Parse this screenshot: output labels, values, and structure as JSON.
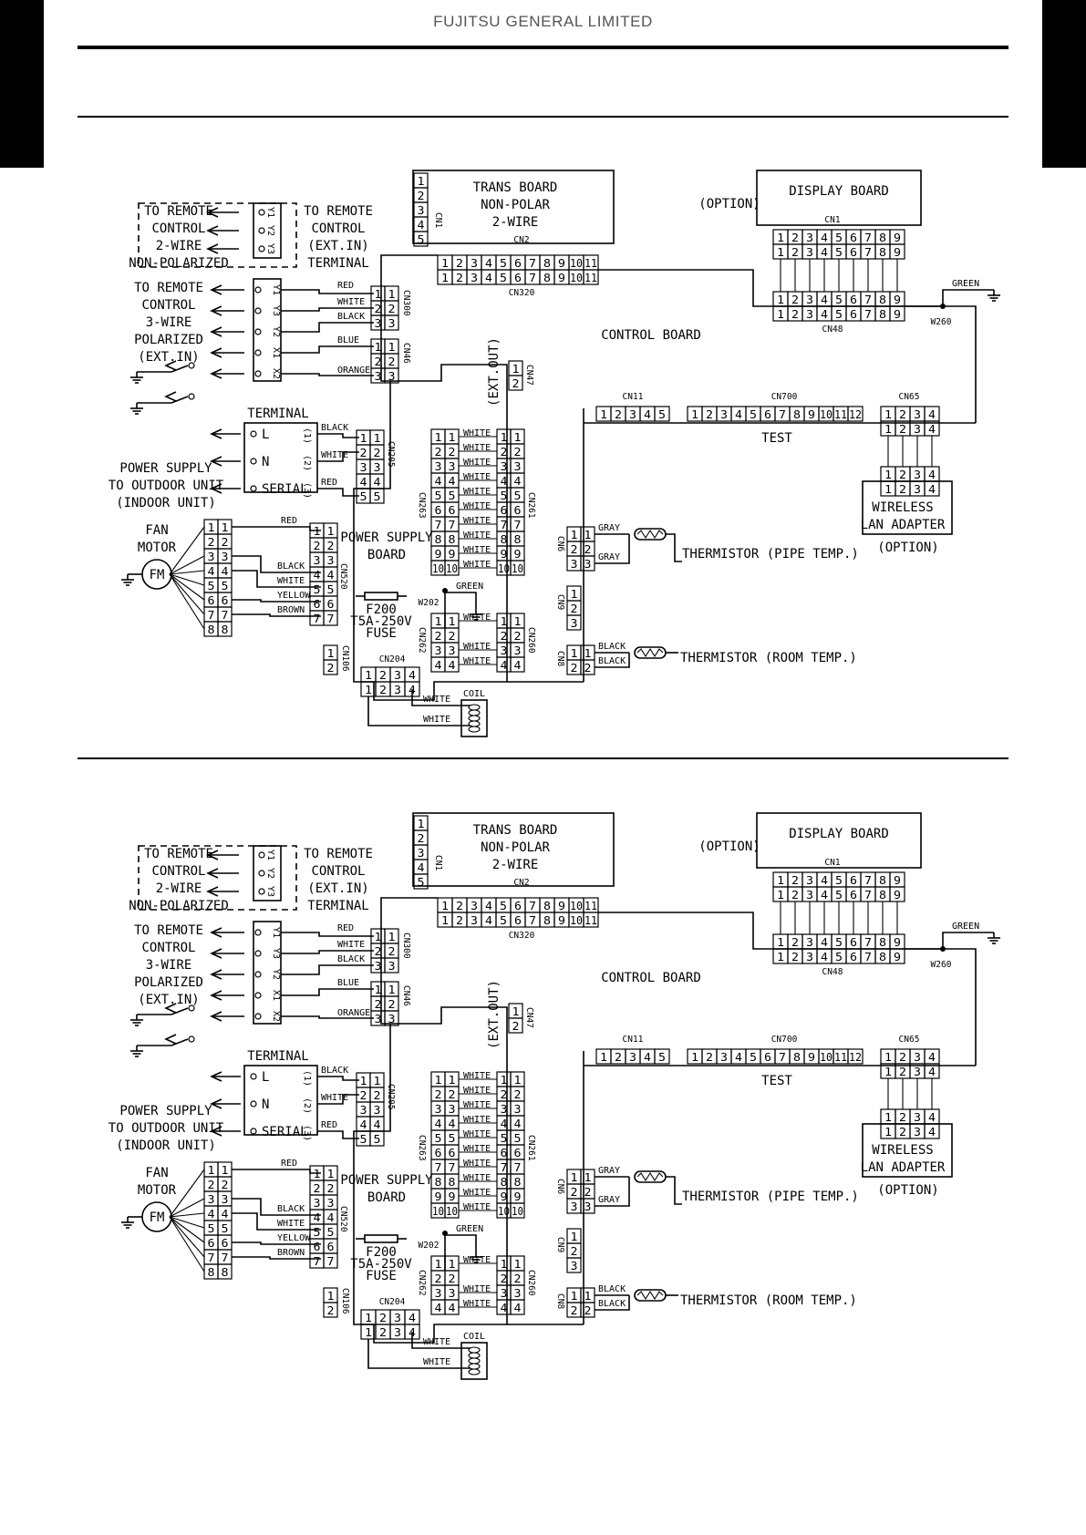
{
  "header": {
    "company": "FUJITSU GENERAL LIMITED"
  },
  "diagrams": [
    {
      "remote2": {
        "lines": [
          "TO REMOTE",
          "CONTROL",
          "2-WIRE",
          "NON-POLARIZED"
        ]
      },
      "terminal_ext": {
        "lines": [
          "TO REMOTE",
          "CONTROL",
          "(EXT.IN)",
          "TERMINAL"
        ]
      },
      "remote3": {
        "lines": [
          "TO REMOTE",
          "CONTROL",
          "3-WIRE",
          "POLARIZED",
          "(EXT.IN)"
        ]
      },
      "terminal_label": "TERMINAL",
      "terminal_symbols": [
        "L",
        "N",
        "SERIAL"
      ],
      "terminal_nums": [
        "(1)",
        "(2)",
        "(3)"
      ],
      "power_supply": {
        "lines": [
          "POWER SUPPLY",
          "TO OUTDOOR UNIT",
          "(INDOOR UNIT)"
        ]
      },
      "fan_motor": {
        "lines": [
          "FAN",
          "MOTOR"
        ],
        "symbol": "FM"
      },
      "trans_board": {
        "lines": [
          "TRANS BOARD",
          "NON-POLAR",
          "2-WIRE"
        ],
        "cn1": "CN1",
        "cn2": "CN2"
      },
      "option_label": "(OPTION)",
      "display_board": {
        "title": "DISPLAY BOARD",
        "cn1": "CN1"
      },
      "control_board": "CONTROL BOARD",
      "power_supply_board": {
        "lines": [
          "POWER SUPPLY",
          "BOARD"
        ]
      },
      "fuse": {
        "lines": [
          "F200",
          "T5A-250V",
          "FUSE"
        ]
      },
      "wireless": {
        "lines": [
          "WIRELESS",
          "LAN ADAPTER"
        ],
        "option": "(OPTION)"
      },
      "thermistor_pipe": "THERMISTOR (PIPE TEMP.)",
      "thermistor_room": "THERMISTOR (ROOM TEMP.)",
      "coil": "COIL",
      "test": "TEST",
      "ext_out": "(EXT.OUT)",
      "connectors": {
        "cn320": "CN320",
        "cn300": "CN300",
        "cn46": "CN46",
        "cn47": "CN47",
        "cn48": "CN48",
        "cn11": "CN11",
        "cn700": "CN700",
        "cn65": "CN65",
        "cn205": "CN205",
        "cn263": "CN263",
        "cn261": "CN261",
        "cn520": "CN520",
        "cn106": "CN106",
        "cn204": "CN204",
        "cn262": "CN262",
        "cn260": "CN260",
        "cn6": "CN6",
        "cn9": "CN9",
        "cn8": "CN8",
        "w202": "W202",
        "w260": "W260"
      },
      "wires": {
        "red": "RED",
        "white": "WHITE",
        "black": "BLACK",
        "blue": "BLUE",
        "orange": "ORANGE",
        "yellow": "YELLOW",
        "brown": "BROWN",
        "gray": "GRAY",
        "green": "GREEN"
      },
      "pin_codes": {
        "y1": "Y1",
        "y2": "Y2",
        "y3": "Y3",
        "x1": "X1",
        "x2": "X2"
      }
    },
    {
      "remote2": {
        "lines": [
          "TO REMOTE",
          "CONTROL",
          "2-WIRE",
          "NON-POLARIZED"
        ]
      },
      "terminal_ext": {
        "lines": [
          "TO REMOTE",
          "CONTROL",
          "(EXT.IN)",
          "TERMINAL"
        ]
      },
      "remote3": {
        "lines": [
          "TO REMOTE",
          "CONTROL",
          "3-WIRE",
          "POLARIZED",
          "(EXT.IN)"
        ]
      },
      "terminal_label": "TERMINAL",
      "terminal_symbols": [
        "L",
        "N",
        "SERIAL"
      ],
      "terminal_nums": [
        "(1)",
        "(2)",
        "(3)"
      ],
      "power_supply": {
        "lines": [
          "POWER SUPPLY",
          "TO OUTDOOR UNIT",
          "(INDOOR UNIT)"
        ]
      },
      "fan_motor": {
        "lines": [
          "FAN",
          "MOTOR"
        ],
        "symbol": "FM"
      },
      "trans_board": {
        "lines": [
          "TRANS BOARD",
          "NON-POLAR",
          "2-WIRE"
        ],
        "cn1": "CN1",
        "cn2": "CN2"
      },
      "option_label": "(OPTION)",
      "display_board": {
        "title": "DISPLAY BOARD",
        "cn1": "CN1"
      },
      "control_board": "CONTROL BOARD",
      "power_supply_board": {
        "lines": [
          "POWER SUPPLY",
          "BOARD"
        ]
      },
      "fuse": {
        "lines": [
          "F200",
          "T5A-250V",
          "FUSE"
        ]
      },
      "wireless": {
        "lines": [
          "WIRELESS",
          "LAN ADAPTER"
        ],
        "option": "(OPTION)"
      },
      "thermistor_pipe": "THERMISTOR (PIPE TEMP.)",
      "thermistor_room": "THERMISTOR (ROOM TEMP.)",
      "coil": "COIL",
      "test": "TEST",
      "ext_out": "(EXT.OUT)",
      "connectors": {
        "cn320": "CN320",
        "cn300": "CN300",
        "cn46": "CN46",
        "cn47": "CN47",
        "cn48": "CN48",
        "cn11": "CN11",
        "cn700": "CN700",
        "cn65": "CN65",
        "cn205": "CN205",
        "cn263": "CN263",
        "cn261": "CN261",
        "cn520": "CN520",
        "cn106": "CN106",
        "cn204": "CN204",
        "cn262": "CN262",
        "cn260": "CN260",
        "cn6": "CN6",
        "cn9": "CN9",
        "cn8": "CN8",
        "w202": "W202",
        "w260": "W260"
      },
      "wires": {
        "red": "RED",
        "white": "WHITE",
        "black": "BLACK",
        "blue": "BLUE",
        "orange": "ORANGE",
        "yellow": "YELLOW",
        "brown": "BROWN",
        "gray": "GRAY",
        "green": "GREEN"
      },
      "pin_codes": {
        "y1": "Y1",
        "y2": "Y2",
        "y3": "Y3",
        "x1": "X1",
        "x2": "X2"
      }
    }
  ]
}
